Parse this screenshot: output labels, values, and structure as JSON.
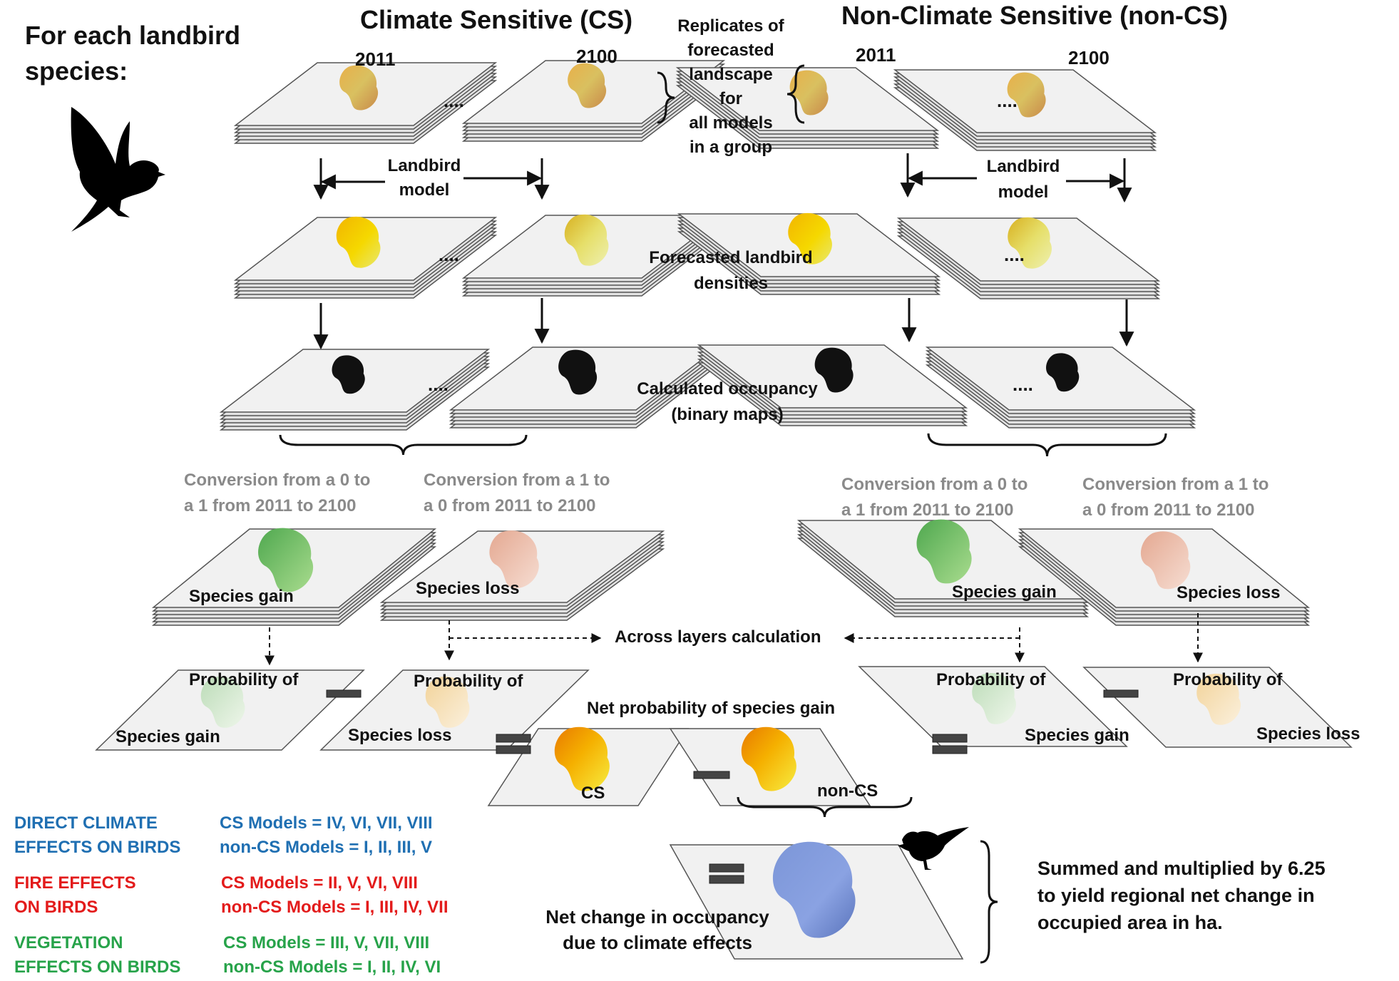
{
  "intro": {
    "line1": "For each landbird",
    "line2": "species:"
  },
  "cs": {
    "title": "Climate Sensitive (CS)",
    "year_start": "2011",
    "year_end": "2100",
    "model_line1": "Landbird",
    "model_line2": "model"
  },
  "noncs": {
    "title": "Non-Climate Sensitive (non-CS)",
    "year_start": "2011",
    "year_end": "2100",
    "model_line1": "Landbird",
    "model_line2": "model"
  },
  "ellipsis": "....",
  "replicates": [
    "Replicates of",
    "forecasted",
    "landscape",
    "for",
    "all models",
    "in a group"
  ],
  "densities": [
    "Forecasted landbird",
    "densities"
  ],
  "occupancy": [
    "Calculated  occupancy",
    "(binary maps)"
  ],
  "conversions": {
    "gain": [
      "Conversion from a 0 to",
      "a 1 from 2011 to 2100"
    ],
    "loss": [
      "Conversion from a 1 to",
      "a 0 from 2011 to 2100"
    ]
  },
  "layer_labels": {
    "gain": "Species gain",
    "loss": "Species loss"
  },
  "across": "Across layers calculation",
  "probability_of": "Probability of",
  "net_probability": "Net probability of species gain",
  "net_labels": {
    "cs": "CS",
    "noncs": "non-CS"
  },
  "net_change": [
    "Net change in occupancy",
    "due to climate effects"
  ],
  "summary": [
    "Summed and multiplied by 6.25",
    "to yield regional net change in",
    "occupied area in ha."
  ],
  "legend": [
    {
      "effect": [
        "DIRECT CLIMATE",
        "EFFECTS ON BIRDS"
      ],
      "cs": "CS Models = IV, VI, VII, VIII",
      "noncs": "non-CS Models = I, II, III, V",
      "color": "#1f6fb2"
    },
    {
      "effect": [
        "FIRE EFFECTS",
        "ON BIRDS"
      ],
      "cs": "CS Models = II, V, VI, VIII",
      "noncs": "non-CS Models = I, III, IV, VII",
      "color": "#e31b1b"
    },
    {
      "effect": [
        "VEGETATION",
        "EFFECTS ON BIRDS"
      ],
      "cs": "CS Models = III, V, VII, VIII",
      "noncs": "non-CS Models = I, II, IV, VI",
      "color": "#27a34a"
    }
  ]
}
